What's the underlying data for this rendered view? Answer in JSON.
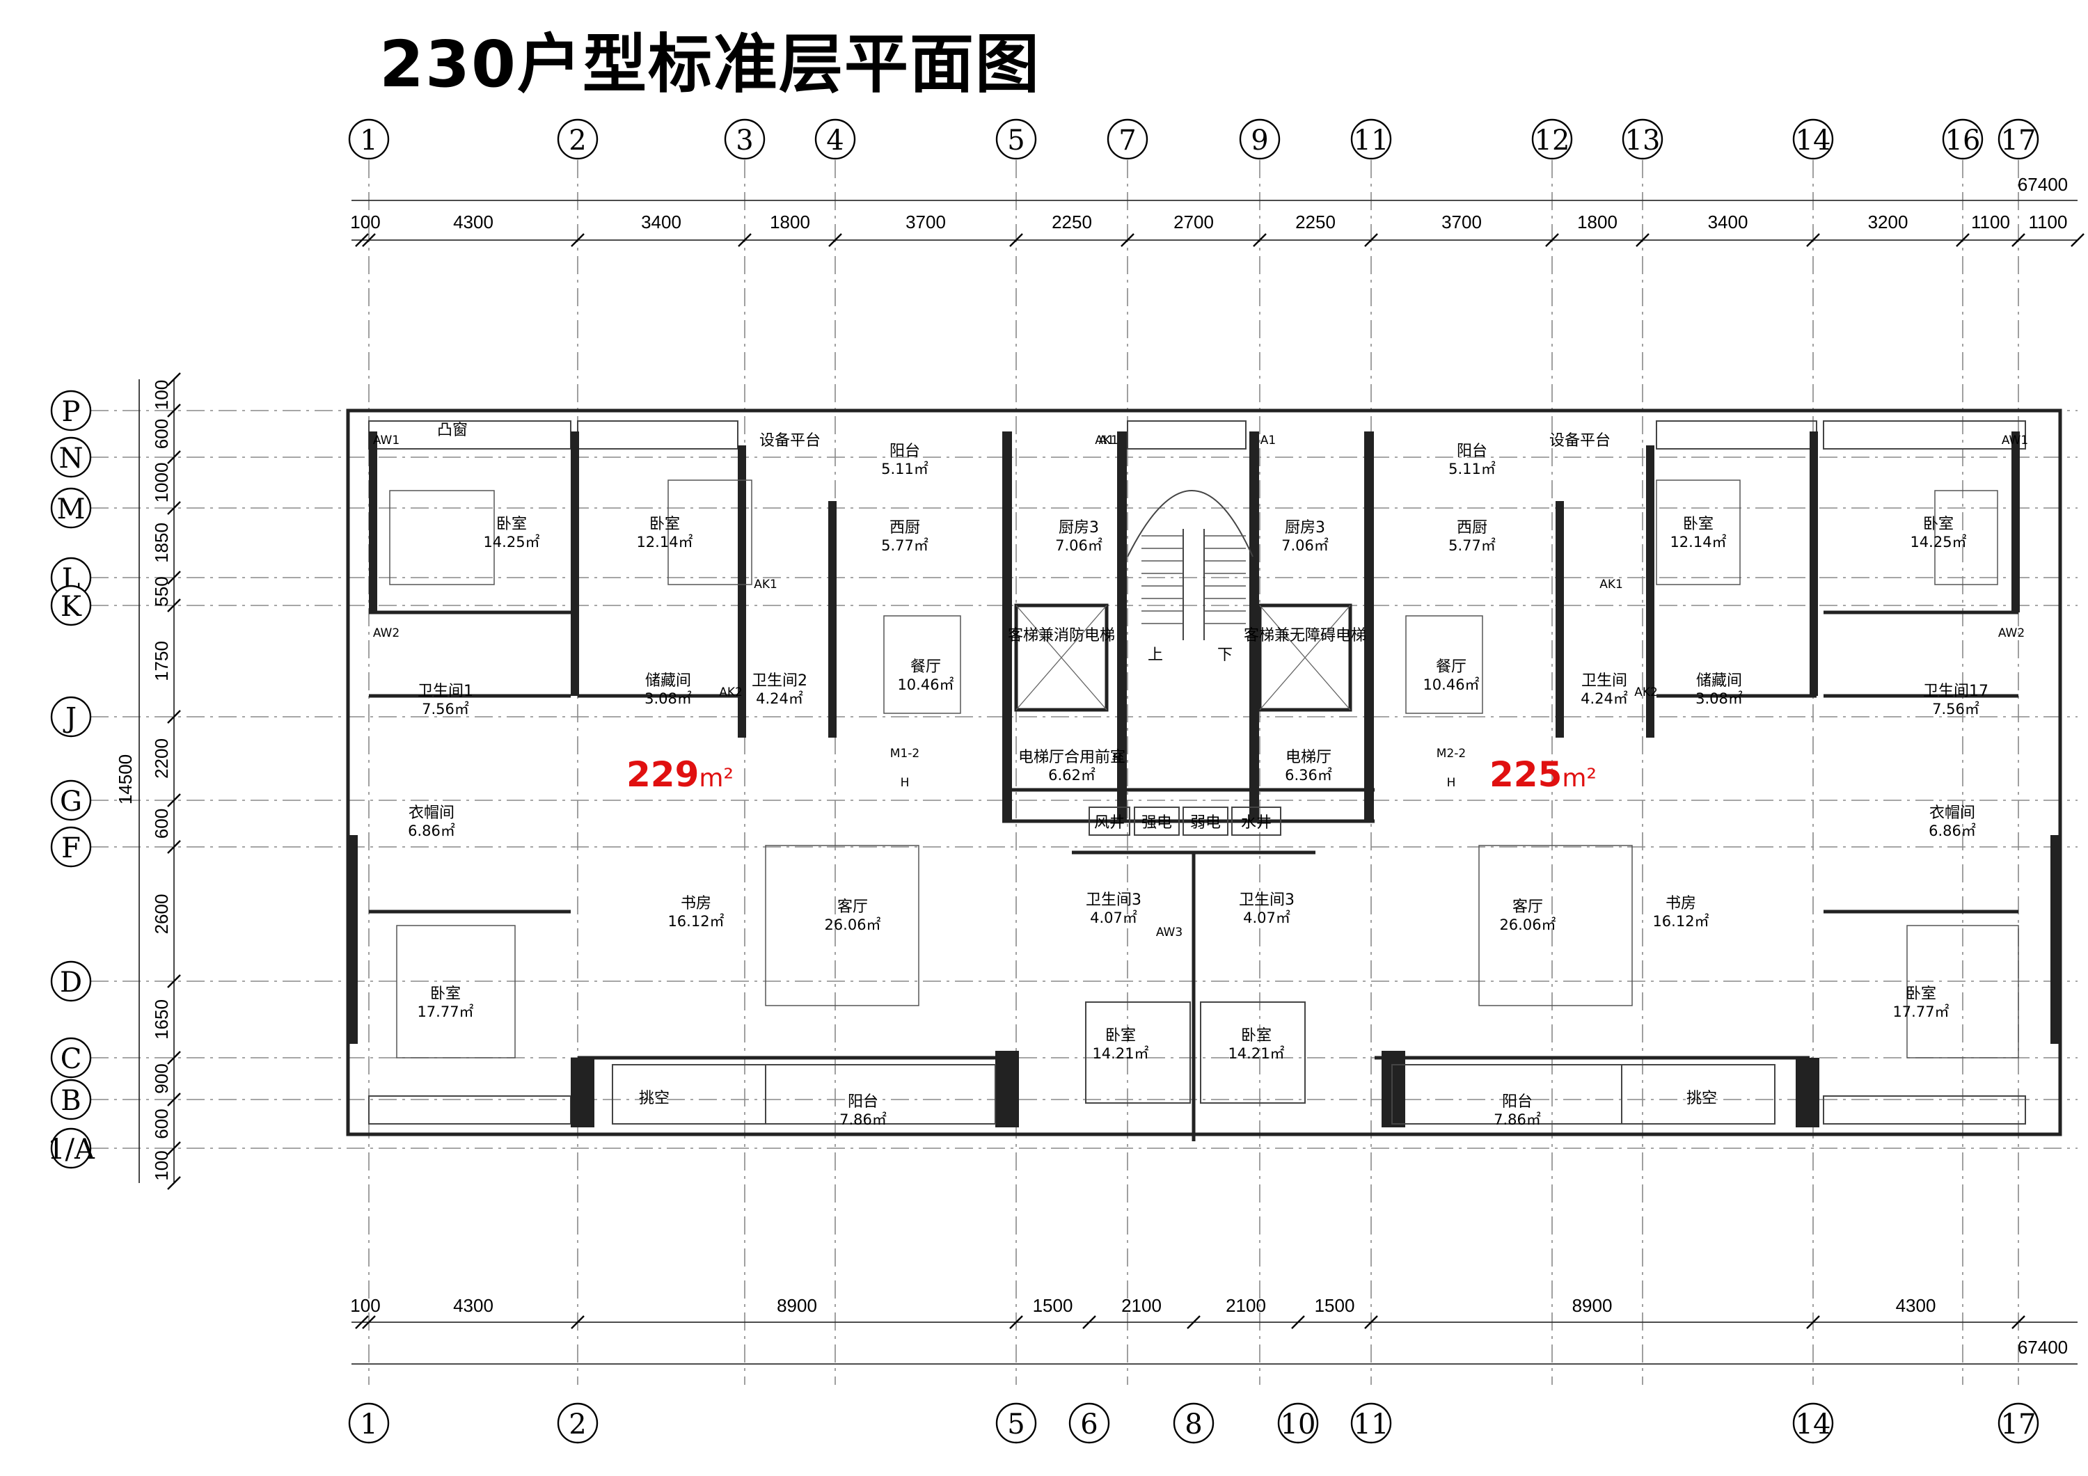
{
  "title": "230户型标准层平面图",
  "top_axes": [
    "1",
    "2",
    "3",
    "4",
    "5",
    "7",
    "9",
    "11",
    "12",
    "13",
    "14",
    "16",
    "17"
  ],
  "bottom_axes": [
    "1",
    "2",
    "5",
    "6",
    "8",
    "10",
    "11",
    "14",
    "17"
  ],
  "left_axes": [
    "P",
    "N",
    "M",
    "L",
    "K",
    "J",
    "G",
    "F",
    "D",
    "C",
    "B",
    "1/A"
  ],
  "top_dims": [
    "100",
    "4300",
    "3400",
    "1800",
    "3700",
    "2250",
    "2700",
    "2250",
    "3700",
    "1800",
    "3400",
    "3200",
    "1100",
    "1100"
  ],
  "top_total": "67400",
  "bottom_dims": [
    "100",
    "4300",
    "8900",
    "1500",
    "2100",
    "2100",
    "1500",
    "8900",
    "4300"
  ],
  "bottom_total": "67400",
  "left_dims": [
    "100",
    "600",
    "1000",
    "1850",
    "550",
    "1750",
    "2200",
    "600",
    "2600",
    "1650",
    "900",
    "600",
    "100"
  ],
  "left_total": "14500",
  "units": [
    {
      "area_value": "229",
      "unit_symbol": "m²"
    },
    {
      "area_value": "225",
      "unit_symbol": "m²"
    }
  ],
  "rooms": [
    {
      "name": "卧室",
      "area": "14.25㎡"
    },
    {
      "name": "卧室",
      "area": "12.14㎡"
    },
    {
      "name": "设备平台",
      "area": ""
    },
    {
      "name": "阳台",
      "area": "5.11㎡"
    },
    {
      "name": "西厨",
      "area": "5.77㎡"
    },
    {
      "name": "厨房3",
      "area": "7.06㎡"
    },
    {
      "name": "卫生间1",
      "area": "7.56㎡"
    },
    {
      "name": "储藏间",
      "area": "3.08㎡"
    },
    {
      "name": "卫生间2",
      "area": "4.24㎡"
    },
    {
      "name": "餐厅",
      "area": "10.46㎡"
    },
    {
      "name": "客梯兼消防电梯",
      "area": ""
    },
    {
      "name": "电梯厅合用前室",
      "area": "6.62㎡"
    },
    {
      "name": "衣帽间",
      "area": "6.86㎡"
    },
    {
      "name": "书房",
      "area": "16.12㎡"
    },
    {
      "name": "客厅",
      "area": "26.06㎡"
    },
    {
      "name": "卫生间3",
      "area": "4.07㎡"
    },
    {
      "name": "卧室",
      "area": "17.77㎡"
    },
    {
      "name": "挑空",
      "area": ""
    },
    {
      "name": "阳台",
      "area": "7.86㎡"
    },
    {
      "name": "卧室",
      "area": "14.21㎡"
    },
    {
      "name": "凸窗",
      "area": ""
    },
    {
      "name": "客梯兼无障碍电梯",
      "area": ""
    },
    {
      "name": "电梯厅",
      "area": "6.36㎡"
    },
    {
      "name": "卫生间",
      "area": "4.24㎡"
    },
    {
      "name": "卫生间17",
      "area": "7.56㎡"
    }
  ],
  "shafts": [
    "风井",
    "强电",
    "弱电",
    "水井"
  ],
  "stair_labels": [
    "上",
    "下"
  ],
  "tags": [
    "AW1",
    "AK1",
    "AK2",
    "AW2",
    "AW3",
    "A1",
    "M1-2",
    "M2-2",
    "H"
  ]
}
